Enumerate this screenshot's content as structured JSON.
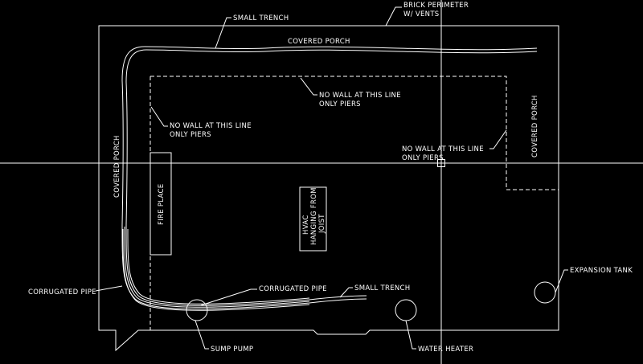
{
  "drawing": {
    "labels": {
      "brick_perimeter_1": "BRICK PERIMETER",
      "brick_perimeter_2": "W/ VENTS",
      "small_trench_top": "SMALL TRENCH",
      "covered_porch_top": "COVERED PORCH",
      "no_wall_1a": "NO WALL AT THIS LINE",
      "no_wall_1b": "ONLY PIERS",
      "no_wall_2a": "NO WALL AT THIS LINE",
      "no_wall_2b": "ONLY PIERS",
      "no_wall_3a": "NO WALL AT THIS LINE",
      "no_wall_3b": "ONLY PIERS",
      "covered_porch_right": "COVERED PORCH",
      "covered_porch_left": "COVERED PORCH",
      "fire_place": "FIRE PLACE",
      "hvac_1": "HVAC",
      "hvac_2": "HANGING FROM",
      "hvac_3": "JOIST",
      "expansion_tank": "EXPANSION TANK",
      "corrugated_pipe_left": "CORRUGATED PIPE",
      "corrugated_pipe_mid": "CORRUGATED PIPE",
      "small_trench_bottom": "SMALL TRENCH",
      "sump_pump": "SUMP PUMP",
      "water_heater": "WATER HEATER"
    },
    "colors": {
      "background": "#000000",
      "linework": "#ffffff"
    }
  }
}
